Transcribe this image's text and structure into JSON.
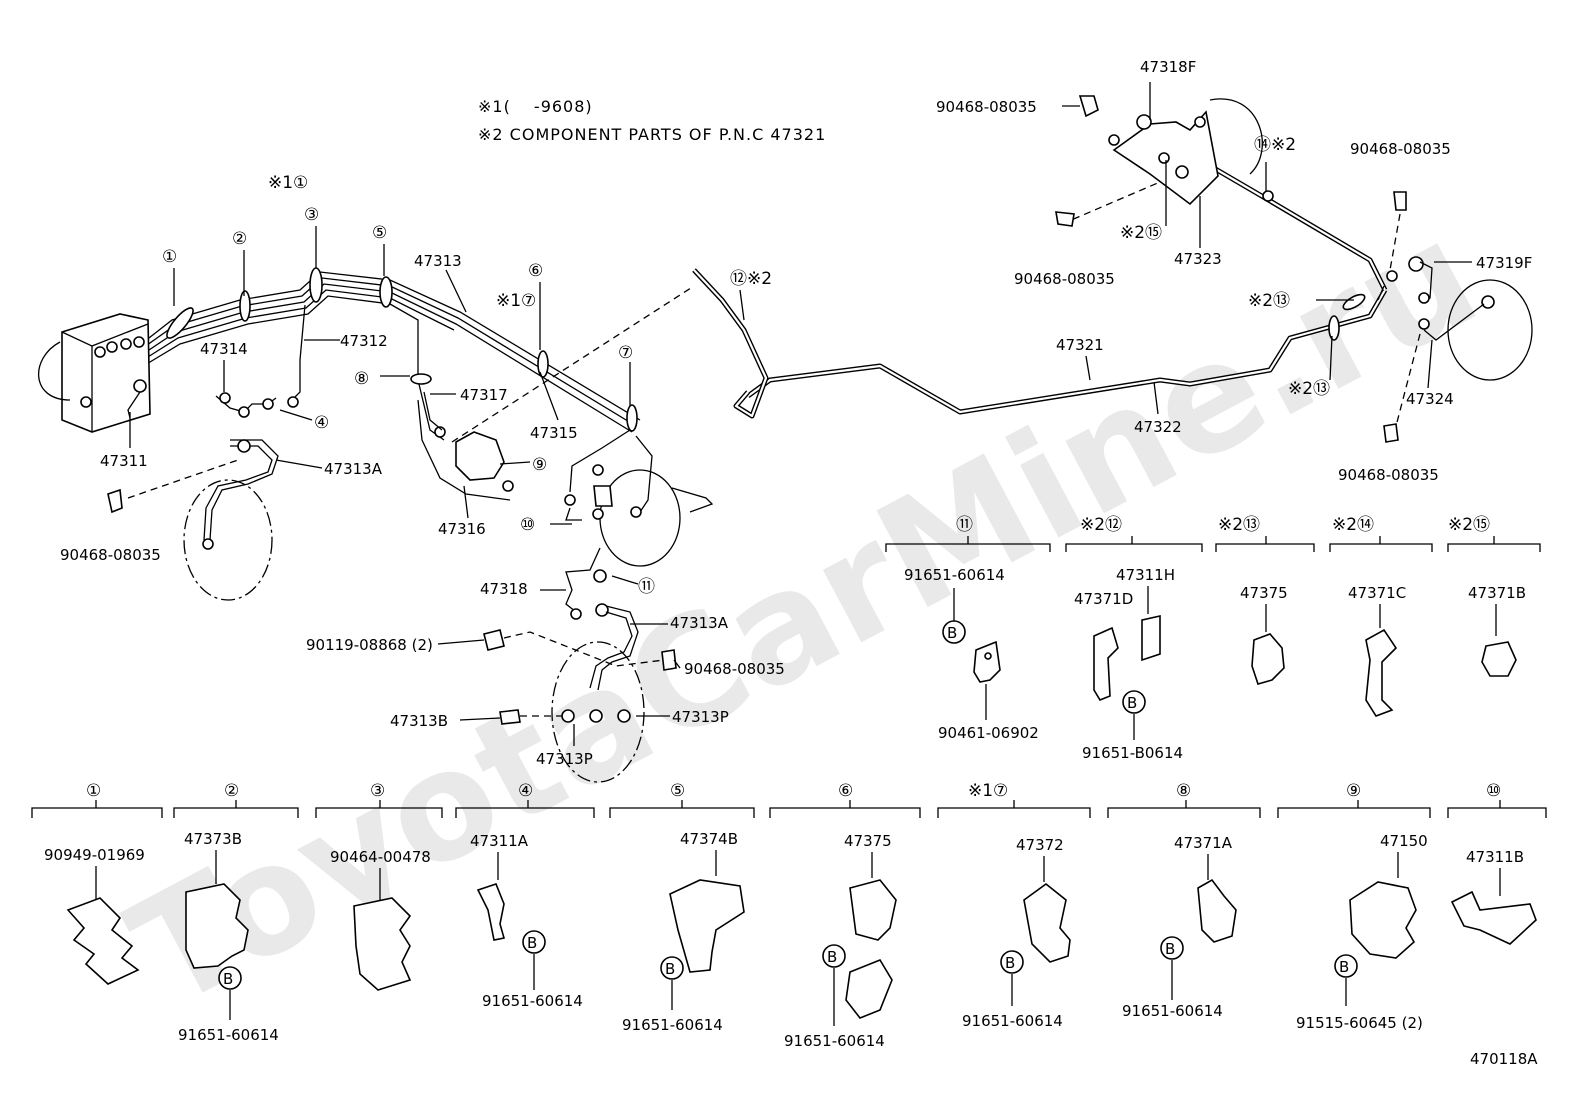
{
  "notes": {
    "n1": "※1(　 -9608)",
    "n2": "※2 COMPONENT PARTS OF P.N.C 47321"
  },
  "watermark": "ToyotaCarMine.ru",
  "parts": {
    "p47318F": "47318F",
    "p90468_a": "90468-08035",
    "p14_2": "⑭※2",
    "p90468_b": "90468-08035",
    "p2_15": "※2⑮",
    "p47323": "47323",
    "p90468_c": "90468-08035",
    "p47319F": "47319F",
    "p2_13a": "※2⑬",
    "p47321": "47321",
    "p47322": "47322",
    "p2_13b": "※2⑬",
    "p47324": "47324",
    "p90468_d": "90468-08035",
    "p1_1": "※1①",
    "pc1": "①",
    "pc2": "②",
    "pc3": "③",
    "pc5": "⑤",
    "p47313": "47313",
    "pc6": "⑥",
    "p1_7": "※1⑦",
    "p12_2": "⑫※2",
    "p47312": "47312",
    "p47314": "47314",
    "pc8": "⑧",
    "p47317": "47317",
    "pc7": "⑦",
    "p47315": "47315",
    "pc4": "④",
    "p47311": "47311",
    "pc9": "⑨",
    "p47313A_a": "47313A",
    "p47316": "47316",
    "pc10": "⑩",
    "p90468_e": "90468-08035",
    "p47318": "47318",
    "pc11": "⑪",
    "p47313A_b": "47313A",
    "p90119": "90119-08868 (2)",
    "p90468_f": "90468-08035",
    "p47313B": "47313B",
    "p47313P_a": "47313P",
    "p47313P_b": "47313P"
  },
  "sections_top": [
    {
      "head": "⑪",
      "parts": [
        "91651-60614",
        "90461-06902"
      ],
      "bolt": "B"
    },
    {
      "head": "※2⑫",
      "parts": [
        "47311H",
        "47371D",
        "91651-B0614"
      ],
      "bolt": "B"
    },
    {
      "head": "※2⑬",
      "parts": [
        "47375"
      ]
    },
    {
      "head": "※2⑭",
      "parts": [
        "47371C"
      ]
    },
    {
      "head": "※2⑮",
      "parts": [
        "47371B"
      ]
    }
  ],
  "sections_bottom": [
    {
      "head": "①",
      "parts": [
        "90949-01969"
      ]
    },
    {
      "head": "②",
      "parts": [
        "47373B",
        "91651-60614"
      ],
      "bolt": "B"
    },
    {
      "head": "③",
      "parts": [
        "90464-00478"
      ]
    },
    {
      "head": "④",
      "parts": [
        "47311A",
        "91651-60614"
      ],
      "bolt": "B"
    },
    {
      "head": "⑤",
      "parts": [
        "47374B",
        "91651-60614"
      ],
      "bolt": "B"
    },
    {
      "head": "⑥",
      "parts": [
        "47375",
        "91651-60614"
      ],
      "bolt": "B"
    },
    {
      "head": "※1⑦",
      "parts": [
        "47372",
        "91651-60614"
      ],
      "bolt": "B"
    },
    {
      "head": "⑧",
      "parts": [
        "47371A",
        "91651-60614"
      ],
      "bolt": "B"
    },
    {
      "head": "⑨",
      "parts": [
        "47150",
        "91515-60645 (2)"
      ],
      "bolt": "B"
    },
    {
      "head": "⑩",
      "parts": [
        "47311B"
      ]
    }
  ],
  "figure_code": "470118A"
}
